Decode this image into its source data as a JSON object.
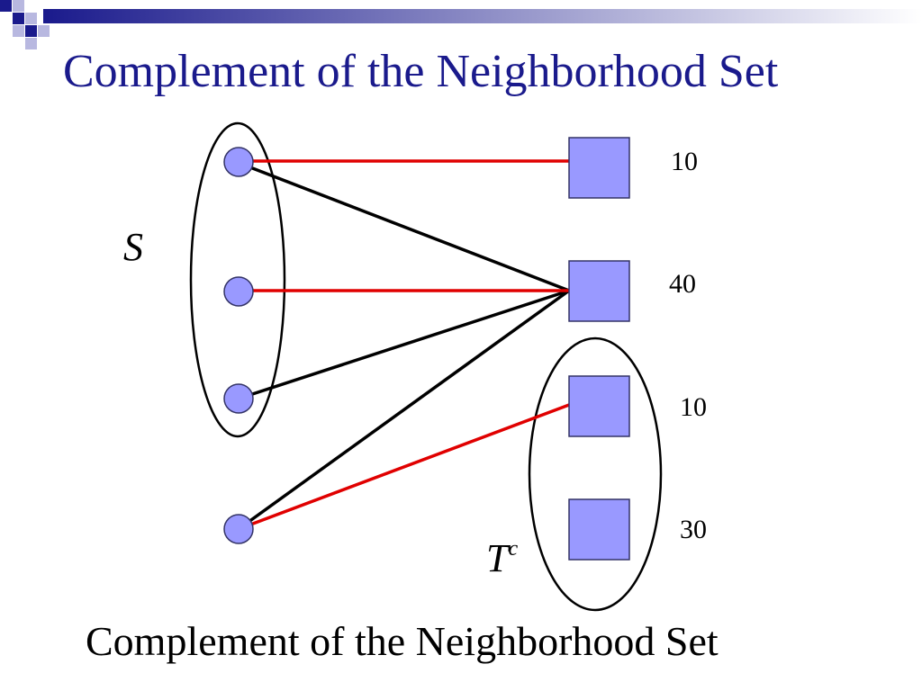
{
  "slide": {
    "title": "Complement of the Neighborhood Set",
    "caption": "Complement of the Neighborhood Set"
  },
  "diagram": {
    "set_s_label": "S",
    "set_tc_label": "T",
    "set_tc_superscript": "c",
    "right_node_values": [
      "10",
      "40",
      "10",
      "30"
    ],
    "colors": {
      "node_fill": "#9999ff",
      "matched_edge": "#e00000",
      "edge": "#000000",
      "title": "#1a1a8c"
    }
  }
}
